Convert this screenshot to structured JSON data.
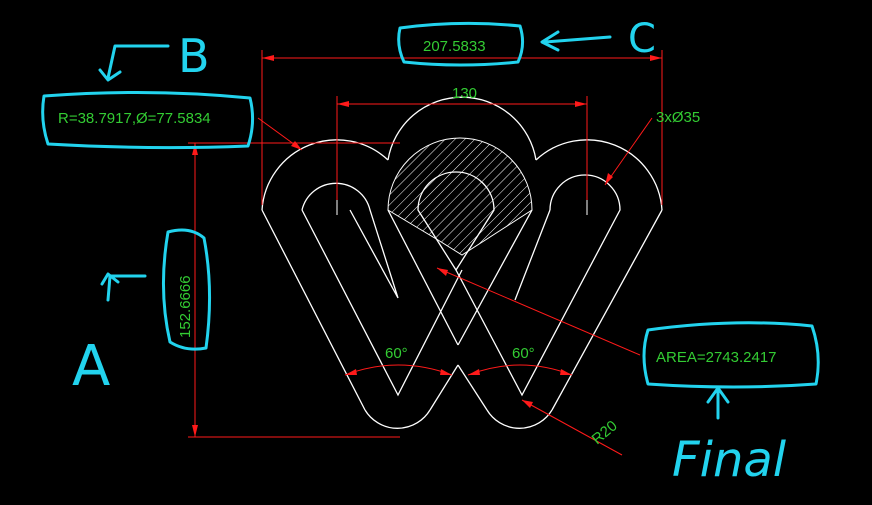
{
  "colors": {
    "background": "#000000",
    "outline": "#ffffff",
    "dimension": "#ff1a1a",
    "dim_text": "#33cc33",
    "annotation": "#22d3ee"
  },
  "dimensions": {
    "overall_width": "207.5833",
    "center_spacing": "130",
    "radius_diameter": "R=38.7917,Ø=77.5834",
    "hole_diameter": "3xØ35",
    "height": "152.6666",
    "angle_left": "60°",
    "angle_right": "60°",
    "bottom_radius": "R20",
    "area": "AREA=2743.2417"
  },
  "annotations": {
    "label_a": "A",
    "label_b": "B",
    "label_c": "C",
    "label_final": "Final"
  }
}
